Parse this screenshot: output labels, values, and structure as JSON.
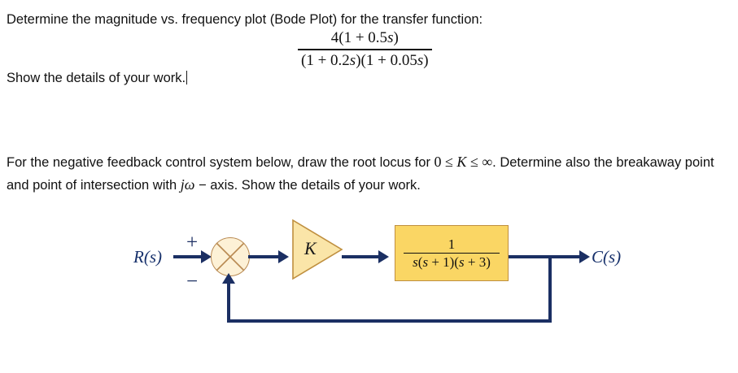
{
  "document": {
    "background_color": "#ffffff",
    "question_one": {
      "prompt": "Determine the magnitude vs. frequency plot (Bode Plot) for the transfer function:",
      "closing": "Show the details of your work.",
      "has_text_caret": true,
      "transfer_function": {
        "numerator": "4(1 + 0.5s)",
        "denominator": "(1 + 0.2s)(1 + 0.05s)",
        "numerator_parts": {
          "coefficient": "4",
          "factor": "(1 + 0.5s)"
        },
        "denominator_parts": {
          "factor_one": "(1 + 0.2s)",
          "factor_two": "(1 + 0.05s)"
        }
      }
    },
    "question_two": {
      "line_one_before_range": "For the negative feedback control system below, draw the root locus for ",
      "range_expression": "0 ≤ K ≤ ∞",
      "range_lower": "0",
      "range_gain_symbol": "K",
      "range_upper": "∞",
      "line_one_after_range": ". Determine also the breakaway",
      "line_two_before_axis": "point and point of intersection with ",
      "axis_symbol": "jω",
      "axis_suffix": " − axis.",
      "line_two_after_axis": " Show the details of your work."
    }
  },
  "block_diagram": {
    "colors": {
      "wire": "#1b2f63",
      "plant_fill": "#fad664",
      "plant_border": "#bf8f3f",
      "gain_fill": "#fae5a8",
      "gain_border": "#bf8f3f",
      "sum_fill": "#fdf1d6",
      "sum_border": "#b98a52",
      "signal_label": "#16306b"
    },
    "input_label": "R(s)",
    "output_label": "C(s)",
    "sum_junction": {
      "name": "summing-junction",
      "plus_sign": "+",
      "minus_sign": "−"
    },
    "gain_block": {
      "shape": "triangle",
      "label": "K"
    },
    "plant_block": {
      "shape": "rectangle",
      "numerator": "1",
      "denominator": "s(s + 1)(s + 3)",
      "transfer_function": "1/(s(s + 1)(s + 3))"
    },
    "feedback_path": {
      "type": "unity-negative-feedback",
      "label": ""
    }
  }
}
